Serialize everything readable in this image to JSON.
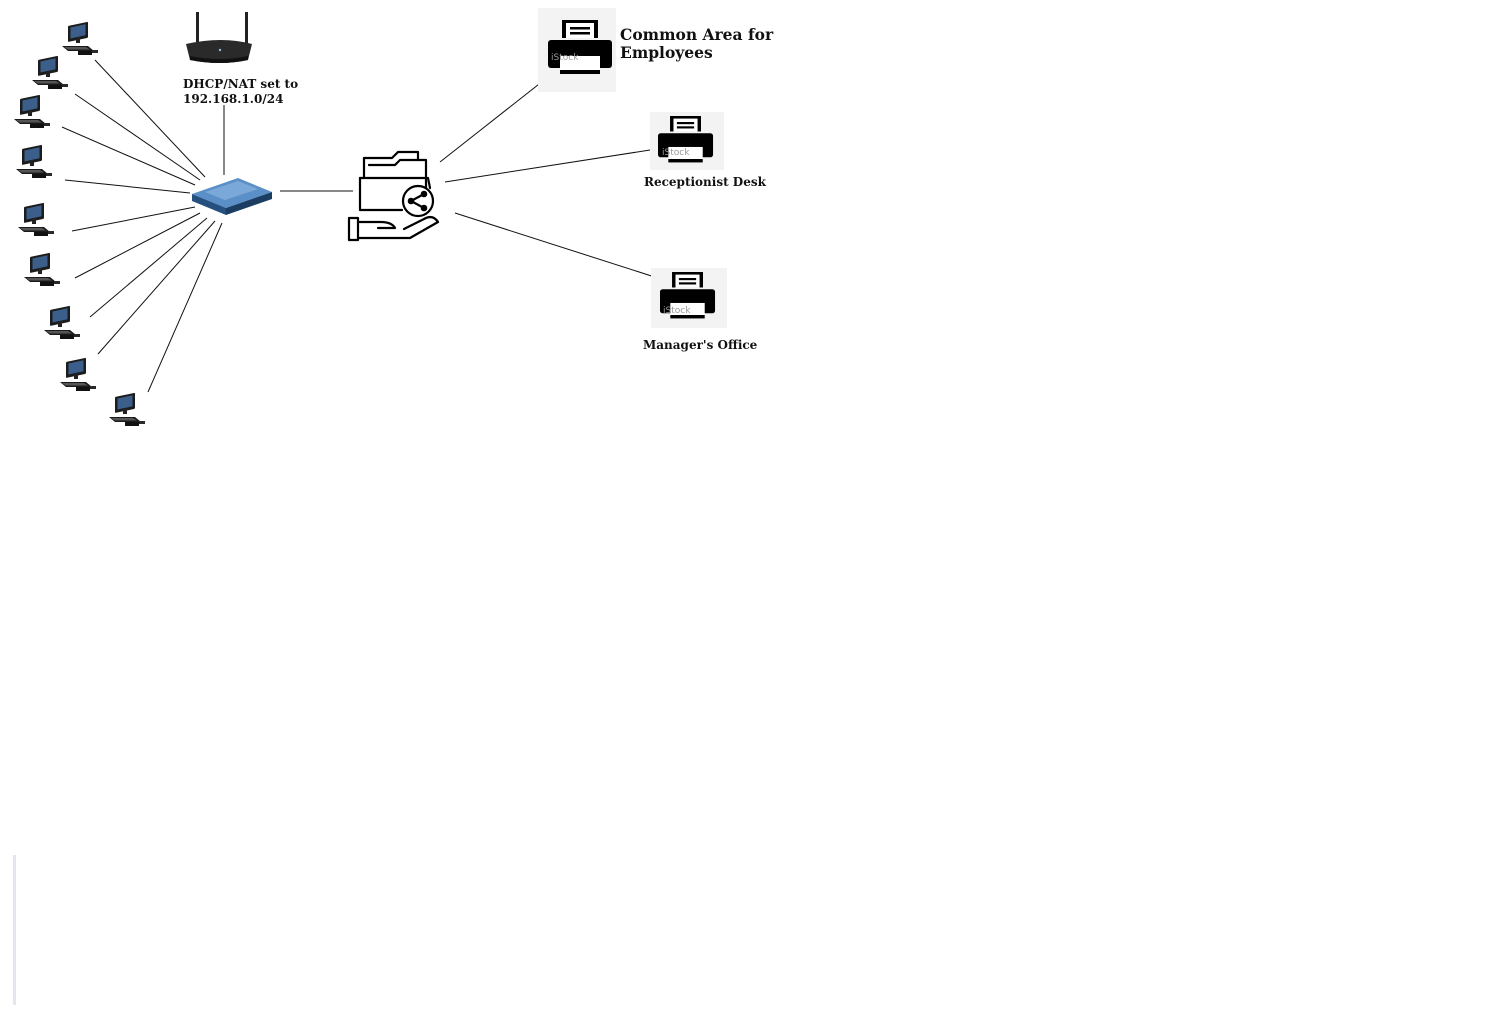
{
  "diagram": {
    "router_label": [
      "DHCP/NAT set to",
      "192.168.1.0/24"
    ],
    "printers": [
      {
        "id": "common",
        "label_lines": [
          "Common Area for",
          "Employees"
        ]
      },
      {
        "id": "reception",
        "label": "Receptionist Desk"
      },
      {
        "id": "manager",
        "label": "Manager's Office"
      }
    ],
    "printer_watermark": "iStock",
    "nodes": {
      "router": "router-icon",
      "switch": "network-switch-icon",
      "file_share": "file-sharing-icon",
      "workstation": "desktop-computer-icon",
      "printer": "printer-icon"
    },
    "workstation_count": 9,
    "colors": {
      "switch": "#2f5f93",
      "line": "#111111",
      "icon": "#000000"
    }
  }
}
